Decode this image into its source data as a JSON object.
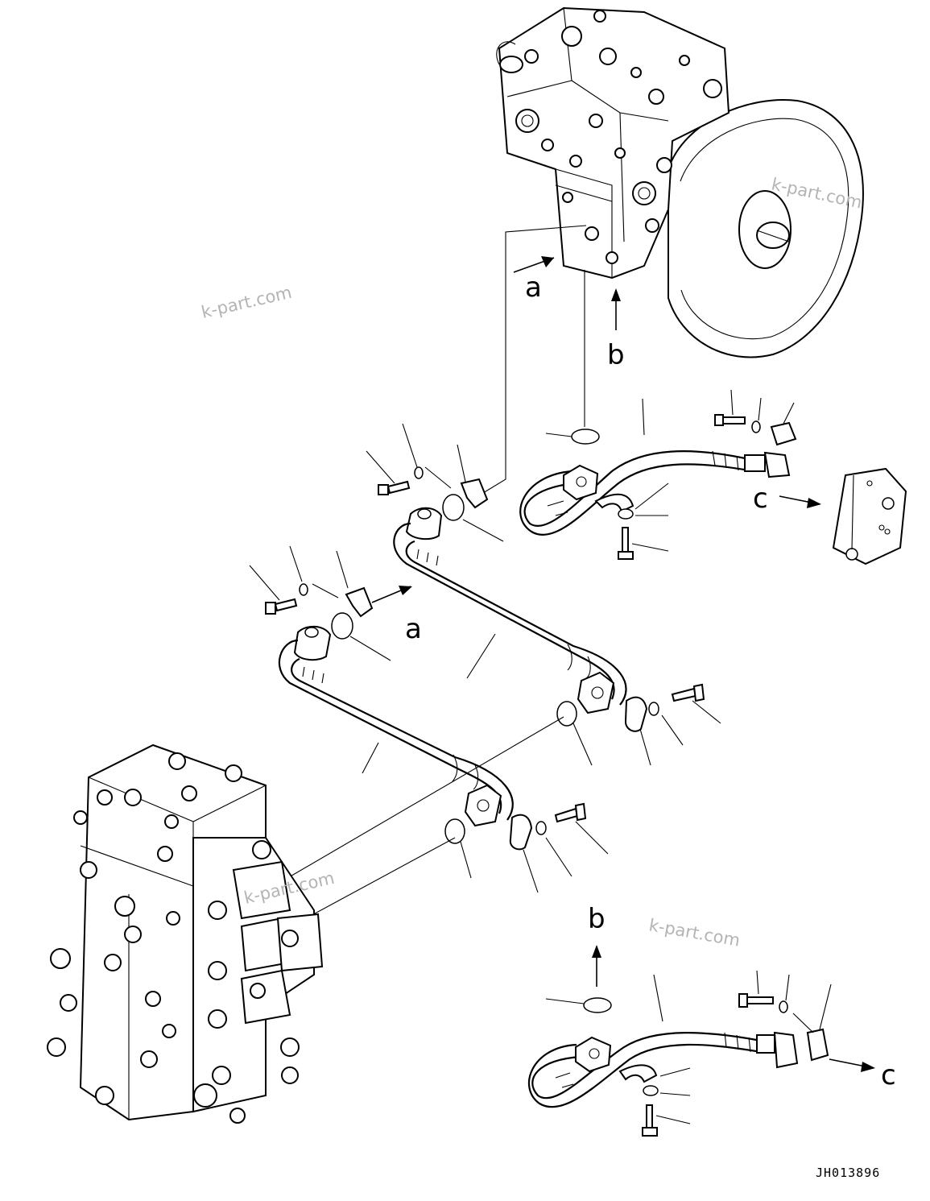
{
  "labels": {
    "a_top": "a",
    "b_top": "b",
    "c_top": "c",
    "a_mid": "a",
    "b_bottom": "b",
    "c_bottom": "c"
  },
  "watermarks": [
    "k-part.com",
    "k-part.com",
    "k-part.com",
    "k-part.com"
  ],
  "drawing_code": "JH013896",
  "colors": {
    "line": "#000000",
    "watermark": "#b4b4b4",
    "background": "#ffffff"
  }
}
